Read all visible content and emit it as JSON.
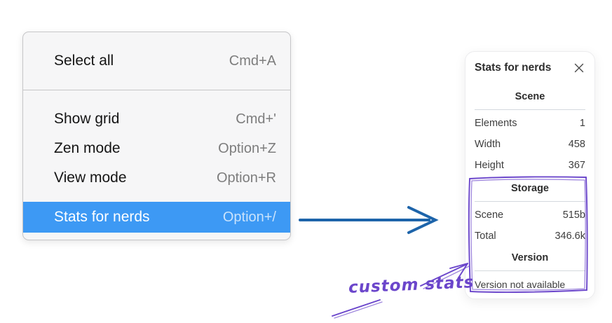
{
  "context_menu": {
    "items": [
      {
        "label": "Select all",
        "shortcut": "Cmd+A"
      },
      {
        "label": "Show grid",
        "shortcut": "Cmd+'"
      },
      {
        "label": "Zen mode",
        "shortcut": "Option+Z"
      },
      {
        "label": "View mode",
        "shortcut": "Option+R"
      },
      {
        "label": "Stats for nerds",
        "shortcut": "Option+/"
      }
    ],
    "selected_index": 4
  },
  "stats_panel": {
    "title": "Stats for nerds",
    "sections": {
      "scene": {
        "header": "Scene",
        "rows": [
          {
            "label": "Elements",
            "value": "1"
          },
          {
            "label": "Width",
            "value": "458"
          },
          {
            "label": "Height",
            "value": "367"
          }
        ]
      },
      "storage": {
        "header": "Storage",
        "rows": [
          {
            "label": "Scene",
            "value": "515b"
          },
          {
            "label": "Total",
            "value": "346.6k"
          }
        ]
      },
      "version": {
        "header": "Version",
        "note": "Version not available"
      }
    }
  },
  "annotation": {
    "label": "custom stats"
  },
  "colors": {
    "menu_highlight": "#3d99f4",
    "menu_highlight_text": "#ffffff",
    "flow_arrow_blue": "#1d64aa",
    "annotation_purple": "#6b46cb"
  }
}
